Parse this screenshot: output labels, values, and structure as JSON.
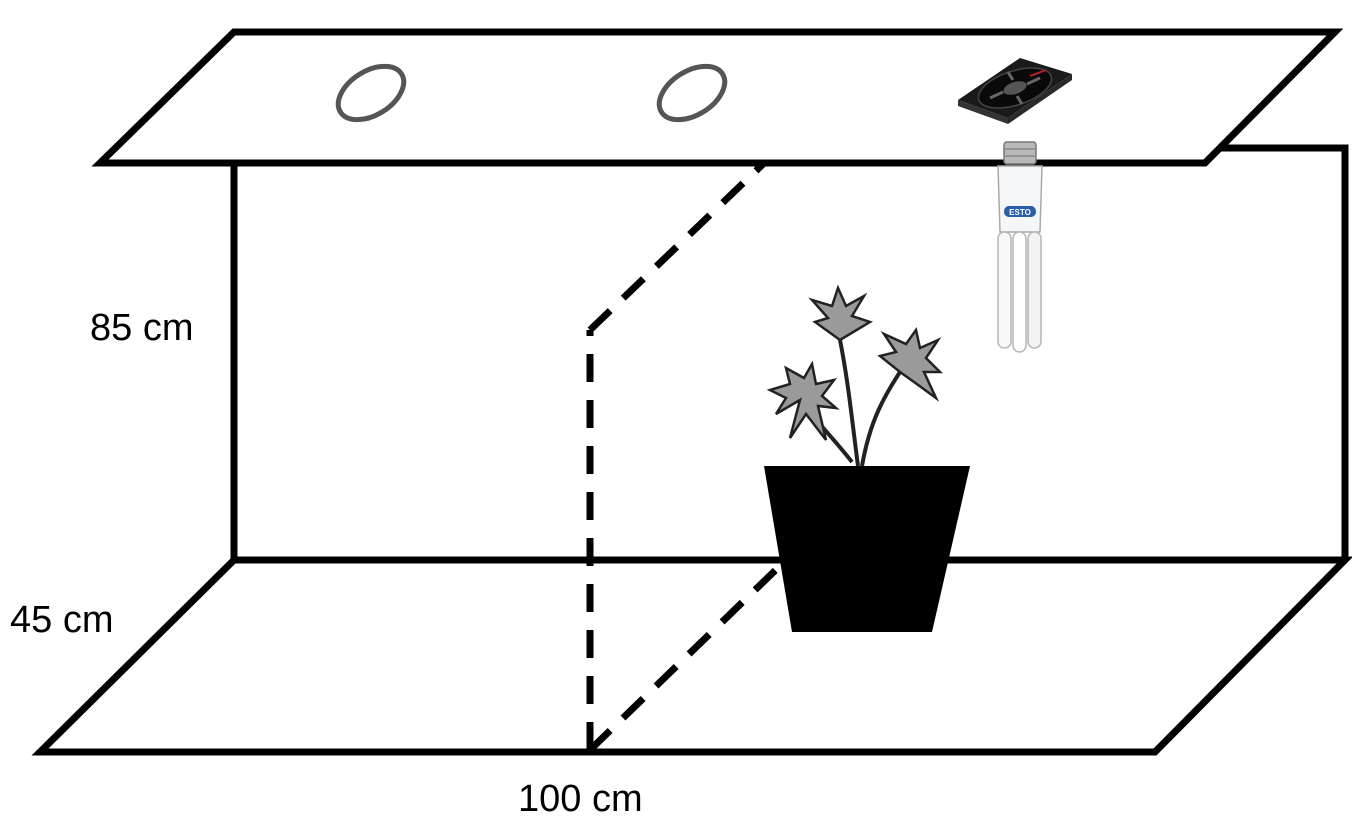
{
  "dimensions": {
    "height": "85 cm",
    "depth": "45 cm",
    "width": "100 cm"
  },
  "components": {
    "vent_holes": 2,
    "fan": "exhaust-fan",
    "lamp": "cfl-bulb",
    "lamp_label": "ESTO",
    "plant": "potted-plant"
  },
  "colors": {
    "lines": "#000000",
    "vent_ring": "#555555",
    "bulb": "#f4f6f8",
    "bulb_label": "#2a5fa8",
    "leaf_fill": "#9a9a9a"
  }
}
